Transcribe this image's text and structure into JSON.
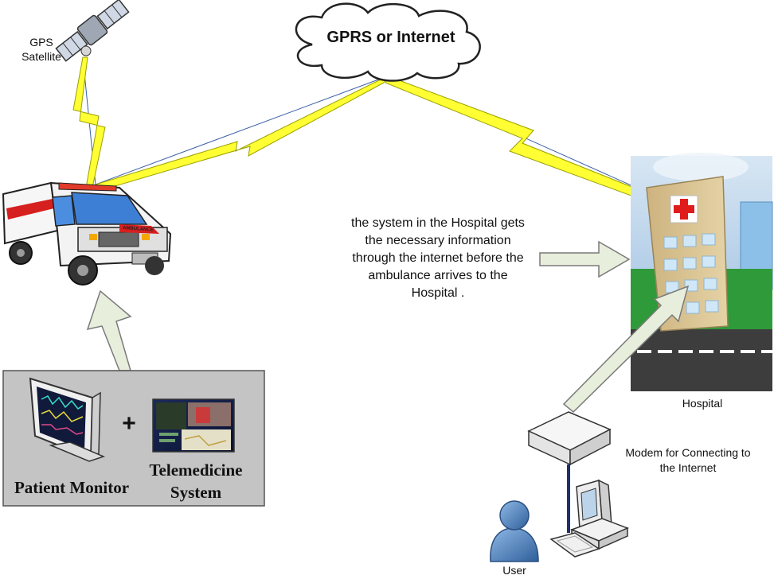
{
  "labels": {
    "gps_satellite": [
      "GPS",
      "Satellite"
    ],
    "cloud": "GPRS or Internet",
    "hospital_message": [
      "the system in the Hospital gets",
      "the necessary information",
      "through the internet before the",
      "ambulance arrives to the",
      "Hospital ."
    ],
    "hospital": "Hospital",
    "modem": [
      "Modem for Connecting to",
      "the Internet"
    ],
    "user": "User",
    "patient_monitor": "Patient Monitor",
    "plus": "+",
    "telemedicine": [
      "Telemedicine",
      "System"
    ],
    "ambulance_text": "AMBULANCE"
  },
  "colors": {
    "lightning_fill": "#ffff33",
    "lightning_stroke": "#9aa000",
    "arrow_fill": "#e8eedc",
    "arrow_stroke": "#7a7a7a",
    "panel_bg": "#c4c4c4",
    "hospital_sky": "#a9cbe6",
    "hospital_grass": "#2f9a3a",
    "hospital_road": "#3d3d3d",
    "building": "#d9c28e",
    "red_cross": "#e01b1b",
    "user_blue": "#4f86c6",
    "cable": "#1f2f6b"
  },
  "icons": {
    "satellite": "satellite-icon",
    "cloud": "cloud-icon",
    "ambulance": "ambulance-icon",
    "hospital": "hospital-icon",
    "patient_monitor": "patient-monitor-icon",
    "telemedicine_screen": "telemedicine-screen-icon",
    "modem": "modem-icon",
    "computer": "computer-icon",
    "user": "user-icon"
  }
}
